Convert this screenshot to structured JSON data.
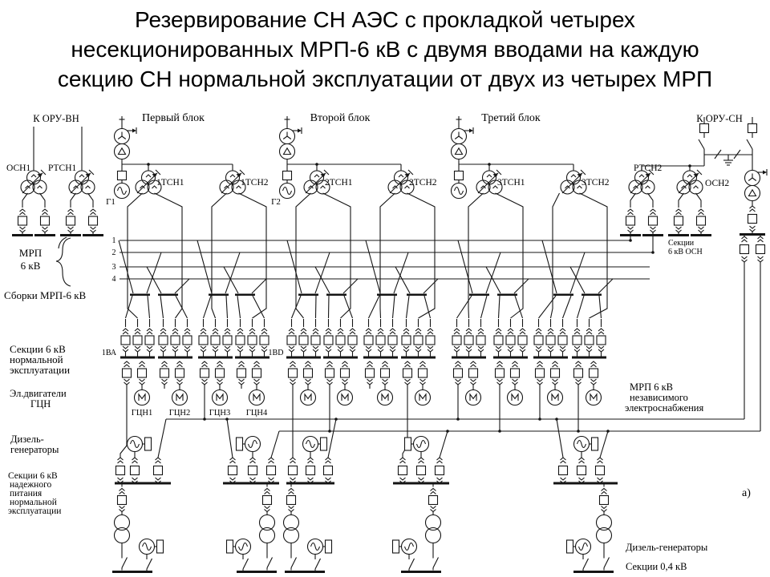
{
  "title": {
    "lines": [
      "Резервирование СН АЭС с прокладкой четырех",
      "несекционированных МРП-6 кВ с двумя вводами на каждую",
      "секцию СН нормальной эксплуатации от двух из четырех МРП"
    ]
  },
  "top": {
    "oru_vn": "К ОРУ-ВН",
    "block1": "Первый блок",
    "block2": "Второй блок",
    "block3": "Третий блок",
    "oru_sn": "К ОРУ-СН"
  },
  "transformers": {
    "osn1": "ОСН1",
    "rtsn1": "РТСН1",
    "tsn11": "1ТСН1",
    "tsn12": "1ТСН2",
    "tsn21": "2ТСН1",
    "tsn22": "2ТСН2",
    "tsn31": "3ТСН1",
    "tsn32": "3ТСН2",
    "rtsn2": "РТСН2",
    "osn2": "ОСН2"
  },
  "generators": {
    "g1": "Г1",
    "g2": "Г2"
  },
  "mrp": {
    "name": "МРП",
    "voltage": "6 кВ",
    "lines": [
      "1",
      "2",
      "3",
      "4"
    ],
    "sborki": "Сборки МРП-6 кВ"
  },
  "sections_osn": {
    "l1": "Секции",
    "l2": "6 кВ ОСН"
  },
  "sections_normal": {
    "l1": "Секции 6 кВ",
    "l2": "нормальной",
    "l3": "эксплуатации",
    "bus_a": "1ВА",
    "bus_d": "1ВD"
  },
  "motors": {
    "heading1": "Эл.двигатели",
    "heading2": "ГЦН",
    "labels": [
      "ГЦН1",
      "ГЦН2",
      "ГЦН3",
      "ГЦН4"
    ]
  },
  "diesel_left": {
    "l1": "Дизель-",
    "l2": "генераторы"
  },
  "sections_reliable": {
    "l1": "Секции 6 кВ",
    "l2": "надежного",
    "l3": "питания",
    "l4": "нормальной",
    "l5": "эксплуатации"
  },
  "mrp_independent": {
    "l1": "МРП 6 кВ",
    "l2": "независимого",
    "l3": "электроснабжения"
  },
  "bottom_right": {
    "marker": "а)",
    "diesel": "Дизель-генераторы",
    "sections04": "Секции 0,4 кВ"
  }
}
